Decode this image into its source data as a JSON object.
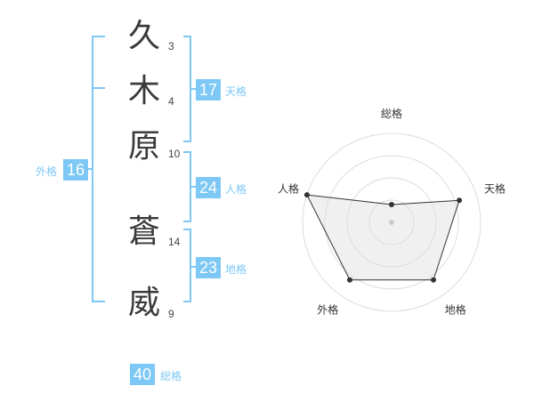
{
  "characters": [
    {
      "char": "久",
      "strokes": "3"
    },
    {
      "char": "木",
      "strokes": "4"
    },
    {
      "char": "原",
      "strokes": "10"
    },
    {
      "char": "蒼",
      "strokes": "14"
    },
    {
      "char": "威",
      "strokes": "9"
    }
  ],
  "kakusu": {
    "tenkaku": {
      "value": "17",
      "label": "天格"
    },
    "jinkaku": {
      "value": "24",
      "label": "人格"
    },
    "chikaku": {
      "value": "23",
      "label": "地格"
    },
    "gaikaku": {
      "value": "16",
      "label": "外格"
    },
    "soukaku": {
      "value": "40",
      "label": "総格"
    }
  },
  "colors": {
    "accent": "#7dc8f5",
    "text": "#3a3a3a"
  },
  "chart_data": {
    "type": "radar",
    "axes": [
      "総格",
      "天格",
      "地格",
      "外格",
      "人格"
    ],
    "values": [
      0.2,
      0.8,
      0.8,
      0.8,
      1.0
    ],
    "range": [
      0,
      1
    ],
    "rings": 4
  }
}
